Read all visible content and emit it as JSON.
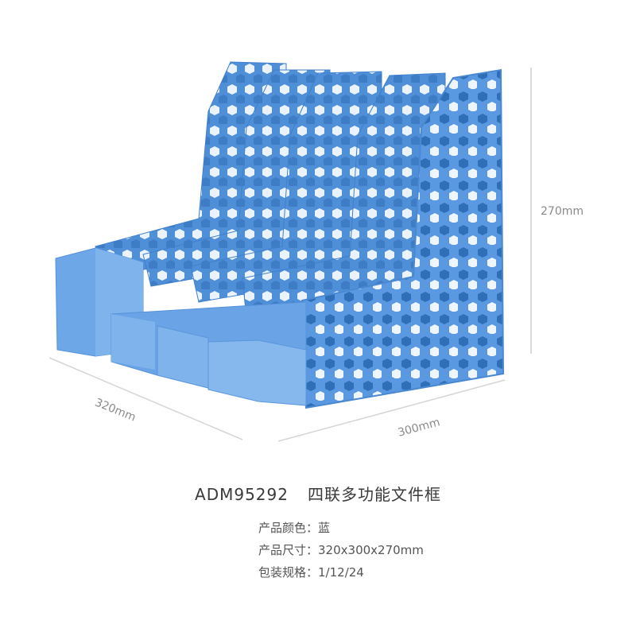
{
  "product": {
    "model": "ADM95292",
    "name": "四联多功能文件框",
    "color_hex": "#5b9be0"
  },
  "dimensions": {
    "height": "270mm",
    "depth": "320mm",
    "width": "300mm"
  },
  "specs": [
    {
      "label": "产品颜色：",
      "value": "蓝"
    },
    {
      "label": "产品尺寸：",
      "value": "320x300x270mm"
    },
    {
      "label": "包装规格：",
      "value": "1/12/24"
    }
  ]
}
